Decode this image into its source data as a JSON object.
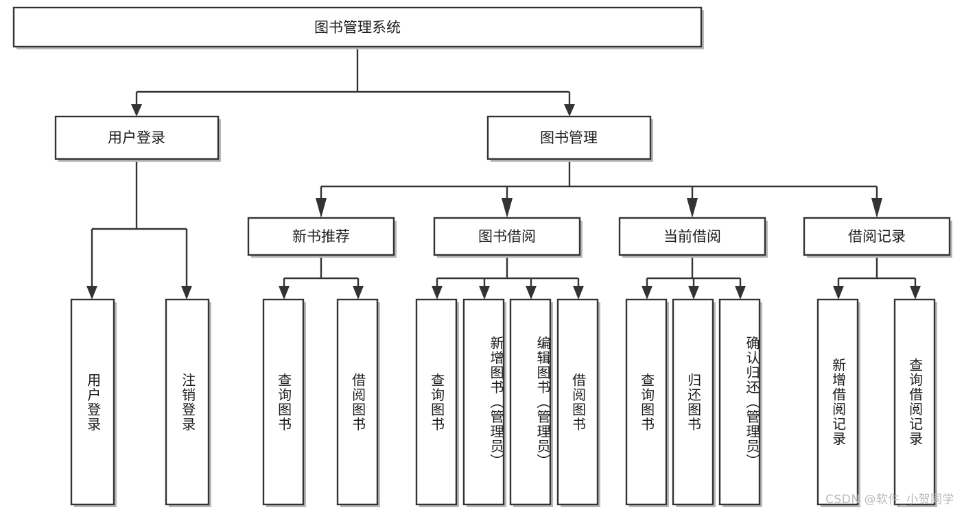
{
  "diagram": {
    "type": "hierarchy-tree",
    "title": "图书管理系统",
    "orientation": "top-down",
    "colors": {
      "box_fill": "#ffffff",
      "box_stroke": "#333333",
      "connector": "#333333",
      "text": "#1c1c1c",
      "watermark": "#b9b9b9"
    },
    "root": {
      "id": "root",
      "label": "图书管理系统",
      "level": 0,
      "text_orientation": "horizontal"
    },
    "level2": [
      {
        "id": "user-login",
        "label": "用户登录",
        "level": 1,
        "text_orientation": "horizontal"
      },
      {
        "id": "book-manage",
        "label": "图书管理",
        "level": 1,
        "text_orientation": "horizontal"
      }
    ],
    "level3": [
      {
        "id": "new-book-recommend",
        "label": "新书推荐",
        "level": 2,
        "parent": "book-manage",
        "text_orientation": "horizontal"
      },
      {
        "id": "book-borrow",
        "label": "图书借阅",
        "level": 2,
        "parent": "book-manage",
        "text_orientation": "horizontal"
      },
      {
        "id": "current-borrow",
        "label": "当前借阅",
        "level": 2,
        "parent": "book-manage",
        "text_orientation": "horizontal"
      },
      {
        "id": "borrow-record",
        "label": "借阅记录",
        "level": 2,
        "parent": "book-manage",
        "text_orientation": "horizontal"
      }
    ],
    "leaves": [
      {
        "id": "leaf-user-login",
        "label": "用户登录",
        "parent": "user-login",
        "text_orientation": "vertical"
      },
      {
        "id": "leaf-logout",
        "label": "注销登录",
        "parent": "user-login",
        "text_orientation": "vertical"
      },
      {
        "id": "leaf-query-book-1",
        "label": "查询图书",
        "parent": "new-book-recommend",
        "text_orientation": "vertical"
      },
      {
        "id": "leaf-borrow-book-1",
        "label": "借阅图书",
        "parent": "new-book-recommend",
        "text_orientation": "vertical"
      },
      {
        "id": "leaf-query-book-2",
        "label": "查询图书",
        "parent": "book-borrow",
        "text_orientation": "vertical"
      },
      {
        "id": "leaf-add-book",
        "label": "新增图书（管理员）",
        "parent": "book-borrow",
        "text_orientation": "vertical"
      },
      {
        "id": "leaf-edit-book",
        "label": "编辑图书（管理员）",
        "parent": "book-borrow",
        "text_orientation": "vertical"
      },
      {
        "id": "leaf-borrow-book-2",
        "label": "借阅图书",
        "parent": "book-borrow",
        "text_orientation": "vertical"
      },
      {
        "id": "leaf-query-book-3",
        "label": "查询图书",
        "parent": "current-borrow",
        "text_orientation": "vertical"
      },
      {
        "id": "leaf-return-book",
        "label": "归还图书",
        "parent": "current-borrow",
        "text_orientation": "vertical"
      },
      {
        "id": "leaf-confirm-return",
        "label": "确认归还（管理员）",
        "parent": "current-borrow",
        "text_orientation": "vertical"
      },
      {
        "id": "leaf-add-record",
        "label": "新增借阅记录",
        "parent": "borrow-record",
        "text_orientation": "vertical"
      },
      {
        "id": "leaf-query-record",
        "label": "查询借阅记录",
        "parent": "borrow-record",
        "text_orientation": "vertical"
      }
    ],
    "watermark": "CSDN @软件_小贺同学"
  }
}
